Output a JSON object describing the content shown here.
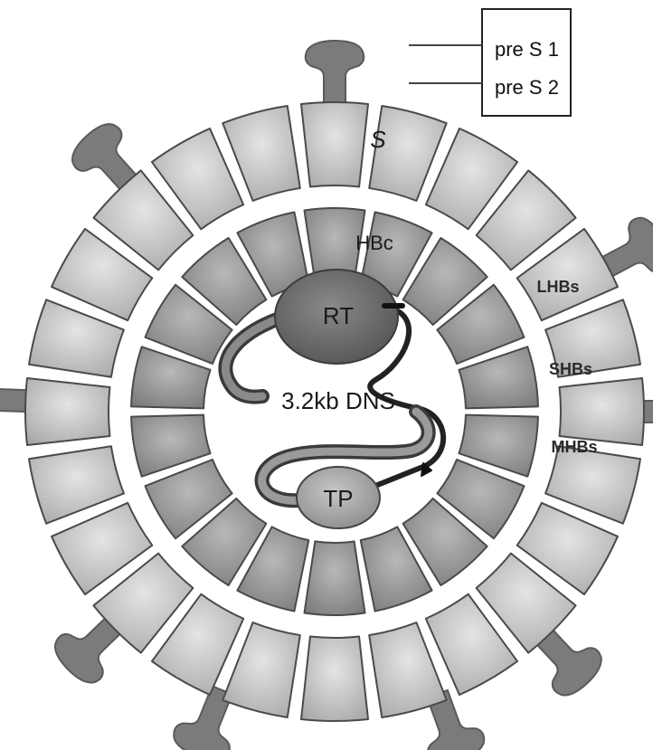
{
  "labels": {
    "pre_s1": "pre S 1",
    "pre_s2": "pre S 2",
    "s": "S",
    "hbc": "HBc",
    "lhbs": "LHBs",
    "shbs": "SHBs",
    "mhbs": "MHBs",
    "rt": "RT",
    "dna": "3.2kb DNS",
    "tp": "TP"
  },
  "colors": {
    "outer_segment": "#c9c9c9",
    "inner_segment": "#9a9a9a",
    "spike": "#7b7b7b",
    "rt": "#6e6e6e",
    "tp": "#a8a8a8",
    "strand": "#2e2e2e"
  }
}
